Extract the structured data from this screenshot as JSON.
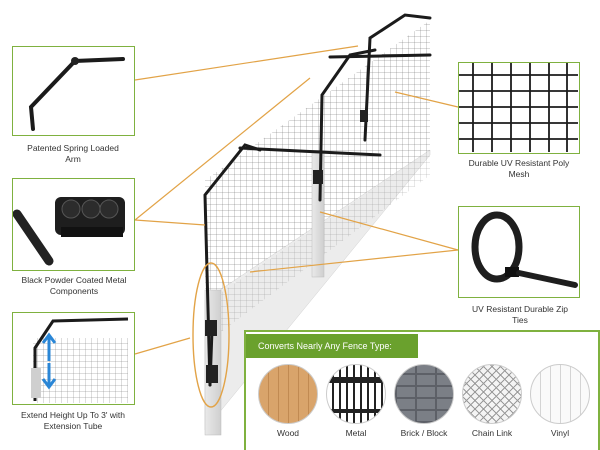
{
  "callouts": {
    "arm": "Patented Spring Loaded Arm",
    "mesh": "Durable UV Resistant Poly Mesh",
    "metal": "Black Powder Coated Metal Components",
    "zip": "UV Resistant Durable Zip Ties",
    "extend": "Extend Height Up To 3' with Extension Tube"
  },
  "fence_types": {
    "header": "Converts Nearly Any Fence Type:",
    "items": [
      {
        "label": "Wood"
      },
      {
        "label": "Metal"
      },
      {
        "label": "Brick / Block"
      },
      {
        "label": "Chain Link"
      },
      {
        "label": "Vinyl"
      }
    ]
  },
  "colors": {
    "accent": "#6aa12d",
    "leader": "#e2a347",
    "frame": "#7fb13f"
  }
}
